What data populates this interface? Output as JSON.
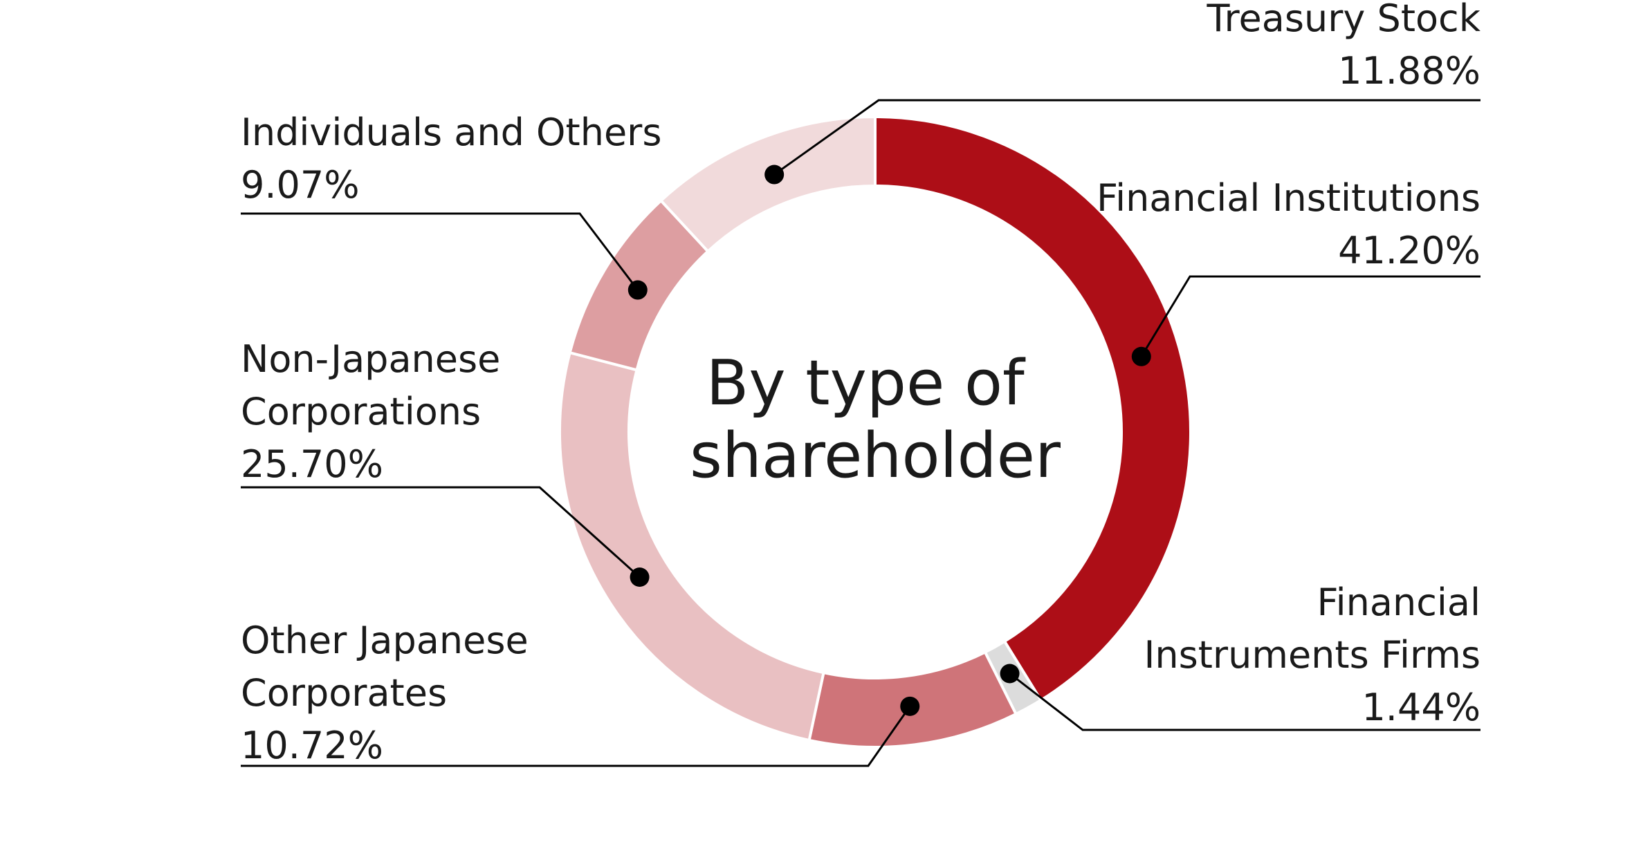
{
  "chart_data": {
    "type": "pie",
    "variant": "donut",
    "center_label": [
      "By type of",
      "shareholder"
    ],
    "slices": [
      {
        "label": [
          "Financial Institutions"
        ],
        "value_text": "41.20%",
        "value": 41.2,
        "color": "#ad0e17"
      },
      {
        "label": [
          "Financial",
          "Instruments Firms"
        ],
        "value_text": "1.44%",
        "value": 1.44,
        "color": "#dcdcdc"
      },
      {
        "label": [
          "Other Japanese",
          "Corporates"
        ],
        "value_text": "10.72%",
        "value": 10.72,
        "color": "#cf7479"
      },
      {
        "label": [
          "Non-Japanese",
          "Corporations"
        ],
        "value_text": "25.70%",
        "value": 25.7,
        "color": "#e9c0c2"
      },
      {
        "label": [
          "Individuals and Others"
        ],
        "value_text": "9.07%",
        "value": 9.07,
        "color": "#dd9ea1"
      },
      {
        "label": [
          "Treasury Stock"
        ],
        "value_text": "11.88%",
        "value": 11.88,
        "color": "#f1dadb"
      }
    ],
    "legend": "none"
  }
}
